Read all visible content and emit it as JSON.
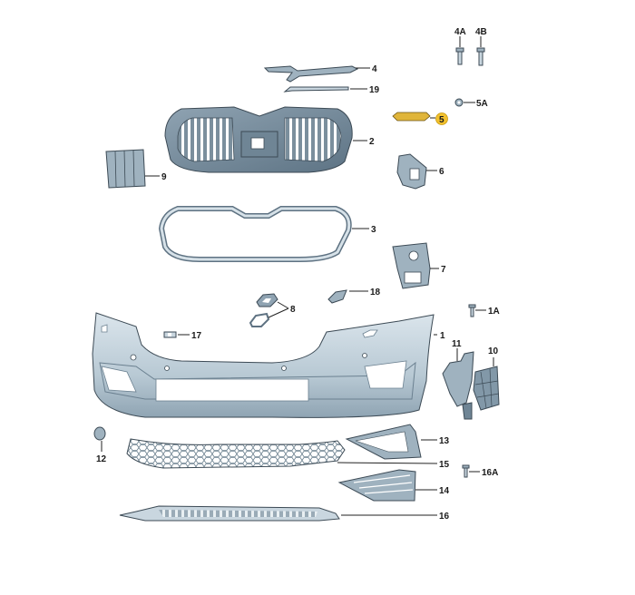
{
  "diagram": {
    "title": "",
    "background": "#ffffff",
    "colors": {
      "part_fill_light": "#c9d6df",
      "part_fill_mid": "#9fb2bf",
      "part_fill_dark": "#6f8595",
      "outline": "#3c4a55",
      "highlight_badge": "#f2c12e",
      "highlight_part": "#e0b53a",
      "label_text": "#1a1a1a"
    },
    "callouts": [
      {
        "id": "1",
        "label": "1",
        "part": "front-bumper-cover"
      },
      {
        "id": "1A",
        "label": "1A",
        "part": "screw"
      },
      {
        "id": "2",
        "label": "2",
        "part": "radiator-grille"
      },
      {
        "id": "3",
        "label": "3",
        "part": "grille-frame-trim"
      },
      {
        "id": "4",
        "label": "4",
        "part": "upper-trim-strip"
      },
      {
        "id": "4A",
        "label": "4A",
        "part": "expanding-rivet"
      },
      {
        "id": "4B",
        "label": "4B",
        "part": "screw"
      },
      {
        "id": "5",
        "label": "5",
        "part": "bracket",
        "highlighted": true
      },
      {
        "id": "5A",
        "label": "5A",
        "part": "nut"
      },
      {
        "id": "6",
        "label": "6",
        "part": "side-guide-bracket"
      },
      {
        "id": "7",
        "label": "7",
        "part": "mounting-bracket"
      },
      {
        "id": "8",
        "label": "8",
        "part": "washer-nozzle-frames"
      },
      {
        "id": "9",
        "label": "9",
        "part": "air-guide-louvre"
      },
      {
        "id": "10",
        "label": "10",
        "part": "side-grille"
      },
      {
        "id": "11",
        "label": "11",
        "part": "air-duct-bracket"
      },
      {
        "id": "12",
        "label": "12",
        "part": "tow-eye-cap"
      },
      {
        "id": "13",
        "label": "13",
        "part": "fog-light-trim-frame"
      },
      {
        "id": "14",
        "label": "14",
        "part": "side-grille-insert"
      },
      {
        "id": "15",
        "label": "15",
        "part": "lower-grille"
      },
      {
        "id": "16",
        "label": "16",
        "part": "spoiler-lip"
      },
      {
        "id": "16A",
        "label": "16A",
        "part": "screw"
      },
      {
        "id": "17",
        "label": "17",
        "part": "clip"
      },
      {
        "id": "18",
        "label": "18",
        "part": "washer-nozzle-cover"
      },
      {
        "id": "19",
        "label": "19",
        "part": "grille-trim-strip"
      }
    ]
  }
}
